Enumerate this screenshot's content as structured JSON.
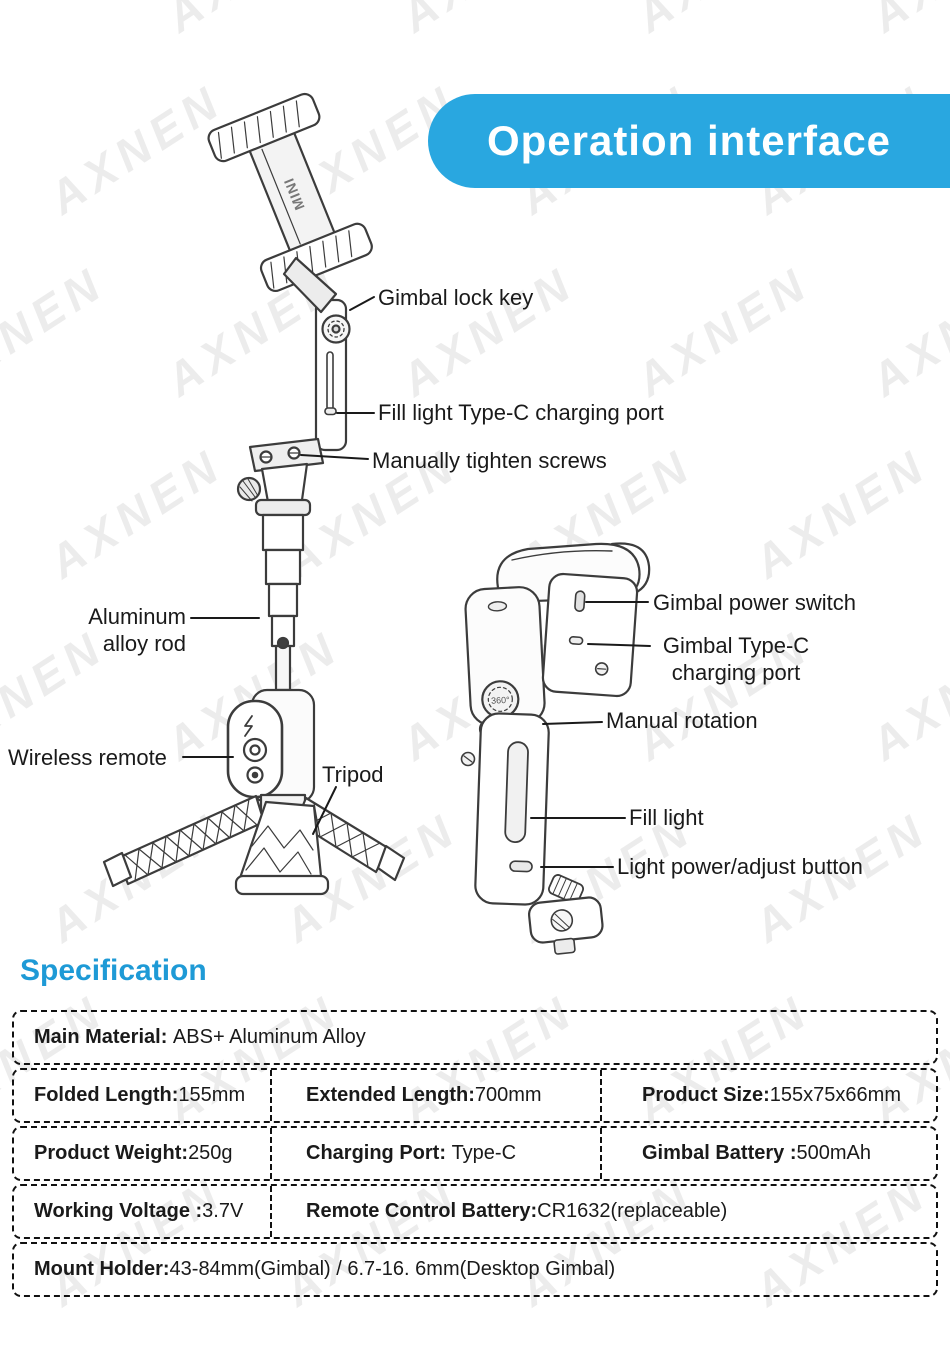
{
  "banner": {
    "title": "Operation interface"
  },
  "watermark": {
    "text": "AXNEN"
  },
  "colors": {
    "banner_blue": "#29A7E0",
    "heading_blue": "#1E9AD6"
  },
  "diagram": {
    "mini_label": "MINI",
    "dial_label": "360°"
  },
  "callouts": {
    "gimbal_lock_key": "Gimbal lock key",
    "fill_light_charging_port": "Fill light Type-C charging port",
    "manually_tighten_screws": "Manually tighten screws",
    "aluminum_alloy_rod": "Aluminum\nalloy rod",
    "wireless_remote": "Wireless remote",
    "tripod": "Tripod",
    "gimbal_power_switch": "Gimbal power switch",
    "gimbal_type_c_charging_port": "Gimbal Type-C\ncharging port",
    "manual_rotation": "Manual rotation",
    "fill_light": "Fill light",
    "light_power_adjust_button": "Light power/adjust button"
  },
  "spec": {
    "heading": "Specification",
    "rows": [
      {
        "cells": [
          {
            "label": "Main Material:",
            "value": " ABS+ Aluminum Alloy"
          }
        ]
      },
      {
        "cells": [
          {
            "label": "Folded Length:",
            "value": "155mm"
          },
          {
            "label": "Extended Length:",
            "value": "700mm"
          },
          {
            "label": "Product Size:",
            "value": "155x75x66mm"
          }
        ]
      },
      {
        "cells": [
          {
            "label": "Product Weight:",
            "value": "250g"
          },
          {
            "label": "Charging Port:",
            "value": " Type-C"
          },
          {
            "label": "Gimbal Battery :",
            "value": "500mAh"
          }
        ]
      },
      {
        "cells": [
          {
            "label": "Working Voltage :",
            "value": "3.7V"
          },
          {
            "label": "Remote Control Battery:",
            "value": "CR1632(replaceable)"
          }
        ]
      },
      {
        "cells": [
          {
            "label": "Mount Holder:",
            "value": "43-84mm(Gimbal) / 6.7-16. 6mm(Desktop Gimbal)"
          }
        ]
      }
    ]
  }
}
